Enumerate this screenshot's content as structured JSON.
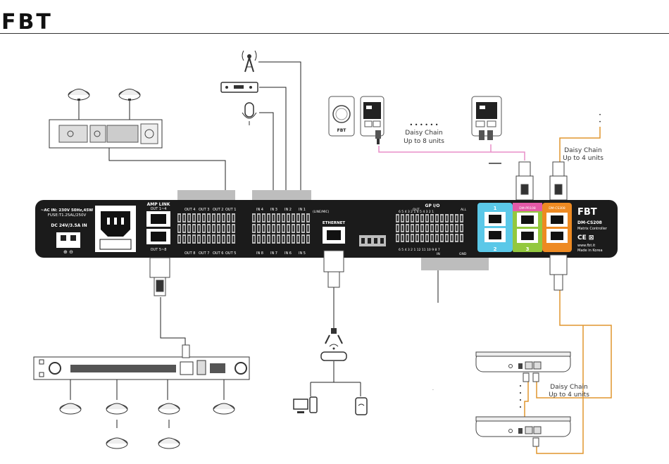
{
  "brand": "FBT",
  "panel": {
    "ac_label": "~AC IN: 230V 50Hz,45W",
    "fuse_label": "FUSE:T1.25AL/250V",
    "dc_label": "DC 24V/3.5A IN",
    "dc_symbols": "⊕ ⊖",
    "amp_link_label": "AMP LINK",
    "amp_link_top": "OUT 1~4",
    "amp_link_bottom": "OUT 5~8",
    "out_top": [
      "OUT 4",
      "OUT 3",
      "OUT 2",
      "OUT 1"
    ],
    "out_bottom": [
      "OUT 8",
      "OUT 7",
      "OUT 6",
      "OUT 5"
    ],
    "in_top": [
      "IN 4",
      "IN 3",
      "IN 2",
      "IN 1"
    ],
    "in_bottom": [
      "IN 8",
      "IN 7",
      "IN 6",
      "IN 5"
    ],
    "line_mic": "(LINE/MIC)",
    "ethernet_label": "ETHERNET",
    "gpio_label": "GP I/O",
    "gpio_out": "OUT",
    "gpio_all": "ALL",
    "gpio_in": "IN",
    "gpio_gnd": "GND",
    "gpio_top_numbers": "6 5 4 3 2 1   6 5 4 3 2 1",
    "gpio_bottom_numbers": "6 5 4 3 2 1   12 11 10 9 8 7",
    "port_numbers": [
      "1",
      "2",
      "3"
    ],
    "dm_label_pink": "DM-PR108",
    "dm_label_orange": "DM-CS308",
    "right_brand": "FBT",
    "model": "DM-CS208",
    "model_subtitle": "Matrix Controller",
    "ce_mark": "CE ⊠",
    "website": "www.fbt.it",
    "made_in": "Made in Korea"
  },
  "annotations": {
    "daisy_chain_pink": [
      "Daisy Chain",
      "Up to 8 units"
    ],
    "daisy_chain_top_right": [
      "Daisy  Chain",
      "Up to 4 units"
    ],
    "daisy_chain_bottom_right": [
      "Daisy  Chain",
      "Up to 4 units"
    ],
    "wall_panel_logo": "FBT",
    "ellipsis": "• • • • • •"
  },
  "colors": {
    "port_blue": "#5bc8e8",
    "port_green": "#93c83e",
    "port_pink": "#e35aa8",
    "port_orange": "#ee8a22",
    "chain_pink": "#e98fc8",
    "chain_orange": "#e0962f",
    "panel": "#1b1b1b",
    "terminal": "#bdbdbd"
  }
}
